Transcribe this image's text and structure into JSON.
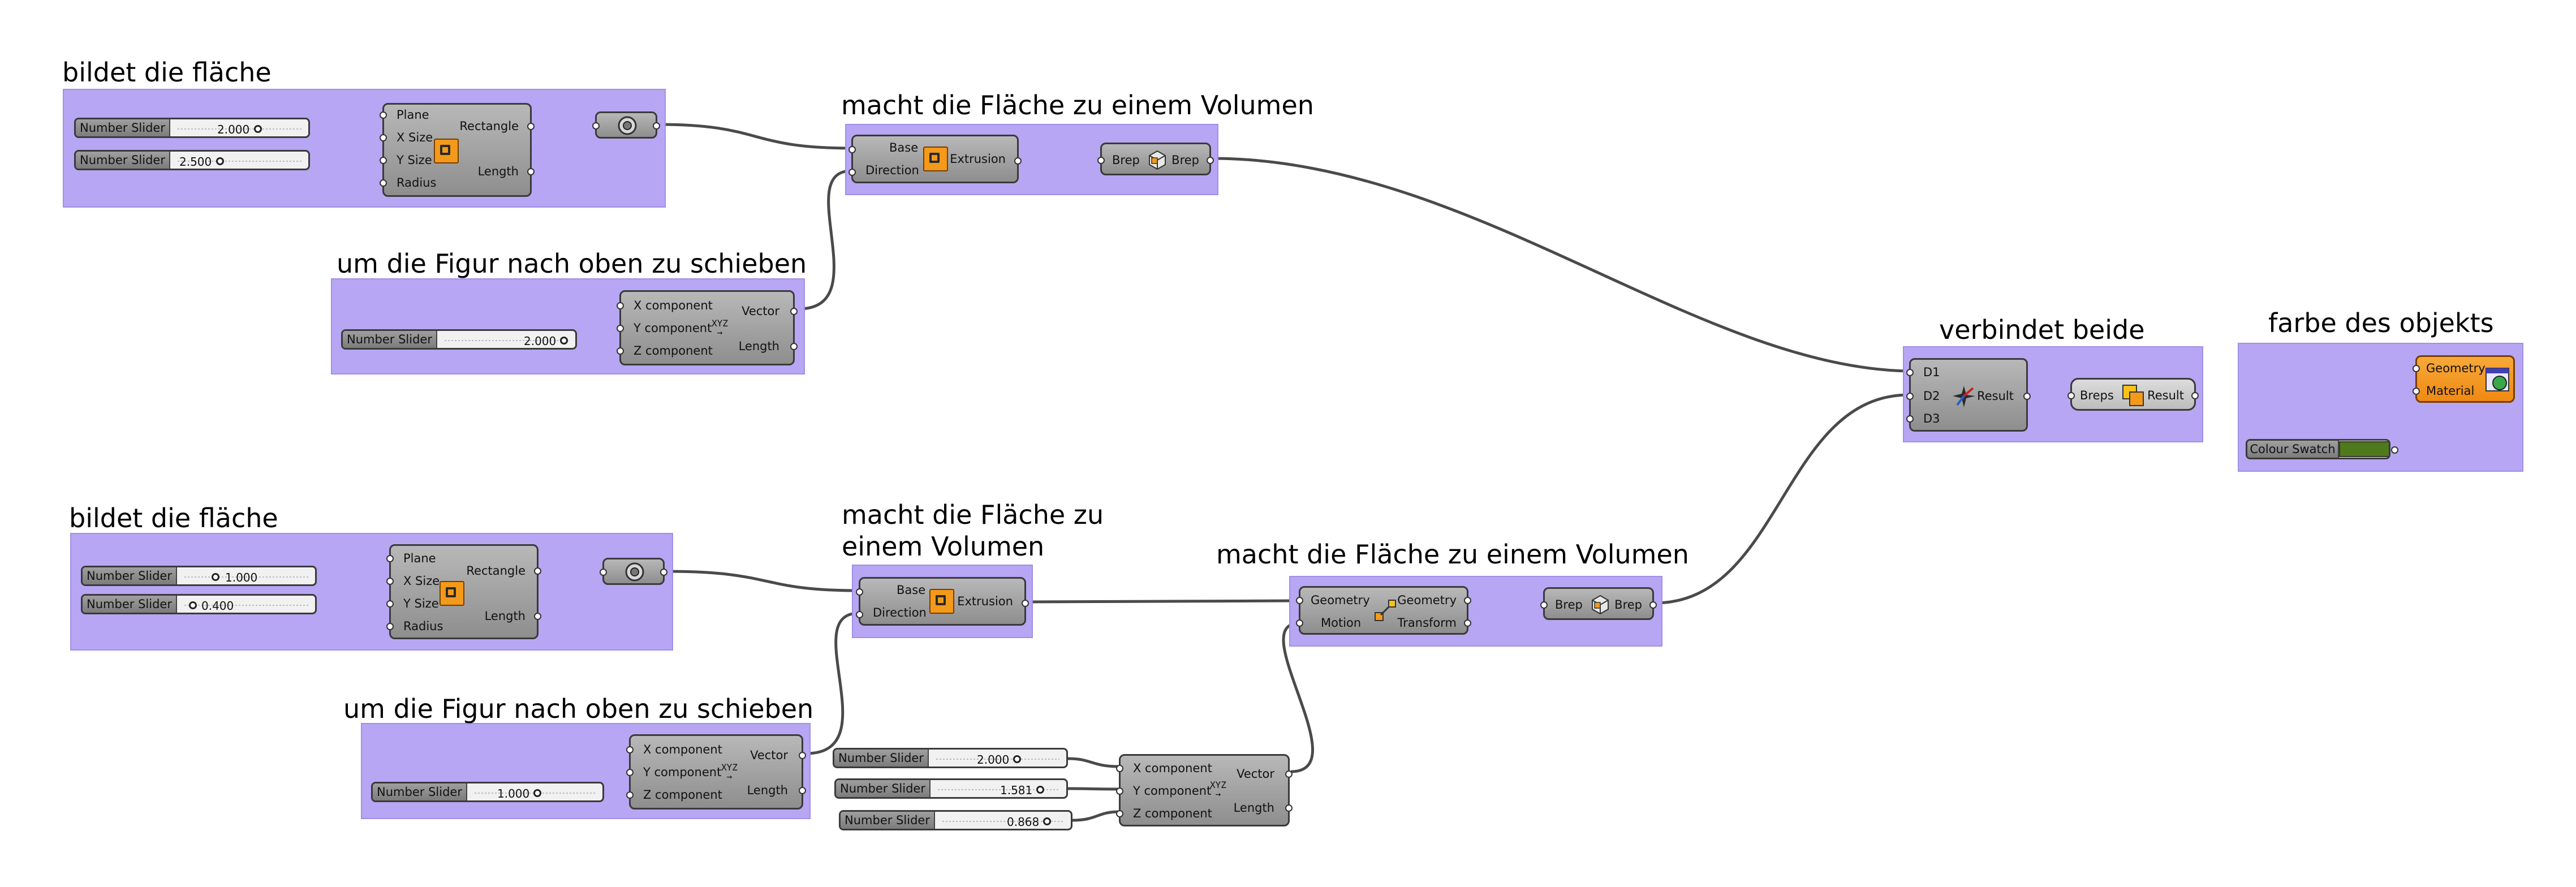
{
  "groups": [
    {
      "label": "bildet die fläche"
    },
    {
      "label": "macht die Fläche zu einem Volumen"
    },
    {
      "label": "um die Figur nach oben zu schieben"
    },
    {
      "label": "verbindet beide"
    },
    {
      "label": "farbe des objekts"
    },
    {
      "label": "bildet die fläche"
    },
    {
      "label": "macht die Fläche zu einem Volumen"
    },
    {
      "label": "um die Figur nach oben zu schieben"
    },
    {
      "label": "macht die Fläche zu einem Volumen"
    }
  ],
  "group6_label_lines": [
    "macht die Fläche zu",
    "einem Volumen"
  ],
  "sliders": [
    {
      "name": "Number Slider",
      "value": "2.000"
    },
    {
      "name": "Number Slider",
      "value": "2.500"
    },
    {
      "name": "Number Slider",
      "value": "2.000"
    },
    {
      "name": "Number Slider",
      "value": "1.000"
    },
    {
      "name": "Number Slider",
      "value": "0.400"
    },
    {
      "name": "Number Slider",
      "value": "1.000"
    },
    {
      "name": "Number Slider",
      "value": "2.000"
    },
    {
      "name": "Number Slider",
      "value": "1.581"
    },
    {
      "name": "Number Slider",
      "value": "0.868"
    }
  ],
  "rectangle": {
    "inputs": [
      "Plane",
      "X Size",
      "Y Size",
      "Radius"
    ],
    "outputs": [
      "Rectangle",
      "Length"
    ],
    "icon": "rectangle-icon"
  },
  "extrude": {
    "inputs": [
      "Base",
      "Direction"
    ],
    "outputs": [
      "Extrusion"
    ],
    "icon": "extrude-icon"
  },
  "brep": {
    "input": "Brep",
    "output": "Brep",
    "icon": "brep-icon"
  },
  "vector_xyz": {
    "inputs": [
      "X component",
      "Y component",
      "Z component"
    ],
    "outputs": [
      "Vector",
      "Length"
    ],
    "glyph": "XYZ",
    "icon": "vector-xyz-icon"
  },
  "union": {
    "inputs": [
      "D1",
      "D2",
      "D3"
    ],
    "outputs": [
      "Result"
    ],
    "icon": "solid-union-icon"
  },
  "breps_param": {
    "input": "Breps",
    "output": "Result",
    "icon": "breps-icon"
  },
  "preview": {
    "inputs": [
      "Geometry",
      "Material"
    ],
    "icon": "custom-preview-icon"
  },
  "colour_swatch": {
    "name": "Colour Swatch",
    "color": "#4f7a1c"
  },
  "move": {
    "inputs": [
      "Geometry",
      "Motion"
    ],
    "outputs": [
      "Geometry",
      "Transform"
    ],
    "icon": "move-icon"
  },
  "colors": {
    "group_fill": "#b7a6f3",
    "component_fill": "#9a9a9a",
    "wire": "#4a4a4a",
    "accent_orange": "#f39a1a"
  }
}
